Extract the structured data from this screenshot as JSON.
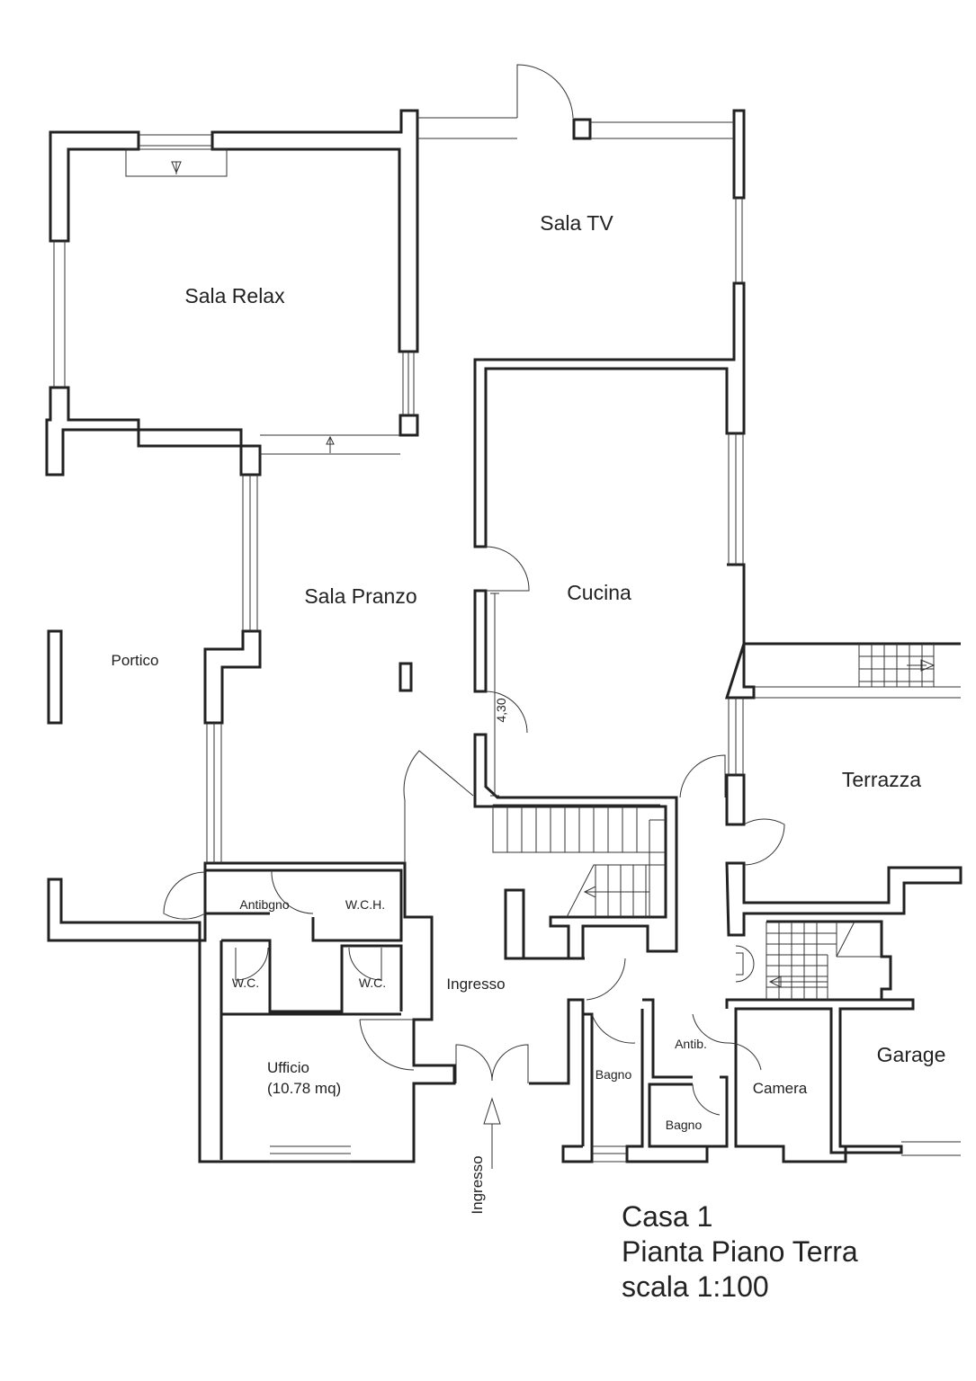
{
  "rooms": {
    "sala_relax": "Sala Relax",
    "sala_tv": "Sala TV",
    "sala_pranzo": "Sala Pranzo",
    "cucina": "Cucina",
    "portico": "Portico",
    "terrazza": "Terrazza",
    "antibagno": "Antibgno",
    "wch": "W.C.H.",
    "wc_left": "W.C.",
    "wc_right": "W.C.",
    "ingresso": "Ingresso",
    "ufficio": "Ufficio",
    "ufficio_area": "(10.78 mq)",
    "bagno_1": "Bagno",
    "antib": "Antib.",
    "bagno_2": "Bagno",
    "camera": "Camera",
    "garage": "Garage"
  },
  "entrance_label": "Ingresso",
  "dimension_label": "4,30",
  "title_block": {
    "line1": "Casa 1",
    "line2": "Pianta Piano Terra",
    "line3": "scala 1:100"
  }
}
